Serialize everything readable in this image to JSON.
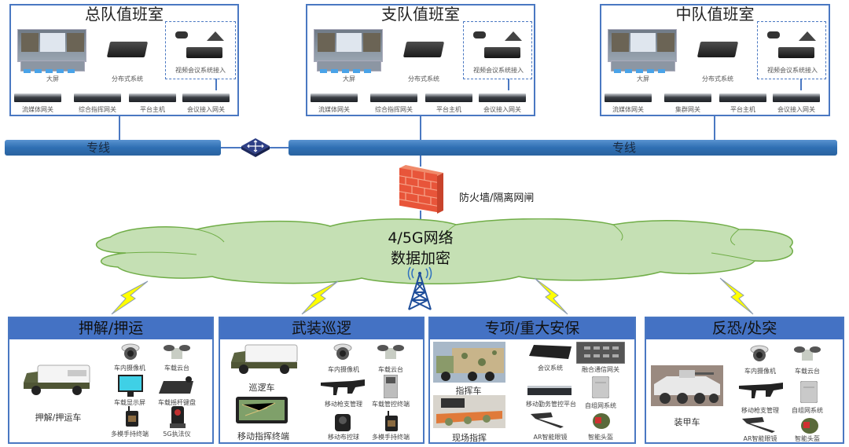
{
  "duty_rooms": [
    {
      "title": "总队值班室",
      "big_screen": "大屏",
      "distributed": "分布式系统",
      "video_conf": "视频会议系统接入",
      "gateways": [
        "流媒体网关",
        "综合指挥网关",
        "平台主机",
        "会议接入网关"
      ]
    },
    {
      "title": "支队值班室",
      "big_screen": "大屏",
      "distributed": "分布式系统",
      "video_conf": "视频会议系统接入",
      "gateways": [
        "流媒体网关",
        "综合指挥网关",
        "平台主机",
        "会议接入网关"
      ]
    },
    {
      "title": "中队值班室",
      "big_screen": "大屏",
      "distributed": "分布式系统",
      "video_conf": "视频会议系统接入",
      "gateways": [
        "流媒体网关",
        "集群网关",
        "平台主机",
        "会议接入网关"
      ]
    }
  ],
  "backbone": {
    "left_label": "专线",
    "right_label": "专线",
    "router_icon": "router-icon"
  },
  "firewall": {
    "label": "防火墙/隔离网闸",
    "icon": "firewall-icon"
  },
  "network": {
    "line1": "4/5G网络",
    "line2": "数据加密",
    "tower_icon": "cell-tower-icon"
  },
  "scenarios": [
    {
      "title": "押解/押运",
      "vehicles": [
        "押解/押运车"
      ],
      "equipment": [
        "车内摄像机",
        "车载云台",
        "车载显示屏",
        "车载摇杆键盘",
        "多模手持终端",
        "5G执法仪"
      ]
    },
    {
      "title": "武装巡逻",
      "vehicles": [
        "巡逻车",
        "移动指挥终端"
      ],
      "equipment": [
        "车内摄像机",
        "车载云台",
        "移动枪支管理",
        "车载管控终端",
        "移动布控球",
        "多模手持终端"
      ]
    },
    {
      "title": "专项/重大安保",
      "vehicles": [
        "指挥车",
        "现场指挥"
      ],
      "equipment": [
        "会议系统",
        "融合通信网关",
        "移动勤务管控平台",
        "自组网系统",
        "AR智能眼镜",
        "智能头盔"
      ]
    },
    {
      "title": "反恐/处突",
      "vehicles": [
        "装甲车"
      ],
      "equipment": [
        "车内摄像机",
        "车载云台",
        "移动枪支管理",
        "自组网系统",
        "AR智能眼镜",
        "智能头盔"
      ]
    }
  ],
  "colors": {
    "border_blue": "#4a78c2",
    "header_blue": "#4472c4",
    "pipe_blue": "#2f6fb3",
    "cloud_green": "#c5e0b4",
    "cloud_stroke": "#70ad47",
    "lightning_yellow": "#ffff00",
    "firewall_red": "#e8553a"
  }
}
